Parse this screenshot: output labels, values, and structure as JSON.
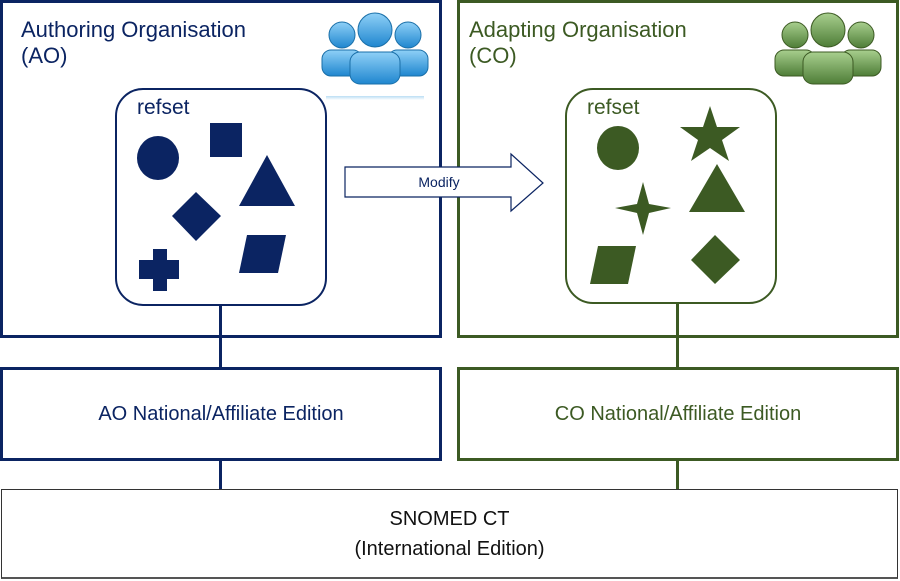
{
  "colors": {
    "ao": "#0b2462",
    "co": "#3c5a23",
    "ao_icon": "#3aa0e0",
    "co_icon": "#6a9a52",
    "snomed_border": "#333333"
  },
  "ao": {
    "title": "Authoring Organisation\n(AO)",
    "icon": "people-group-icon",
    "refset_label": "refset",
    "shapes": [
      "circle",
      "square",
      "triangle",
      "diamond",
      "cross",
      "parallelogram"
    ],
    "edition_label": "AO National/Affiliate Edition"
  },
  "co": {
    "title": "Adapting Organisation\n(CO)",
    "icon": "people-group-icon",
    "refset_label": "refset",
    "shapes": [
      "circle",
      "star",
      "four-point-star",
      "triangle",
      "parallelogram",
      "diamond"
    ],
    "edition_label": "CO National/Affiliate Edition"
  },
  "arrow": {
    "label": "Modify",
    "icon": "right-arrow-icon"
  },
  "snomed": {
    "line1": "SNOMED CT",
    "line2": "(International Edition)"
  }
}
